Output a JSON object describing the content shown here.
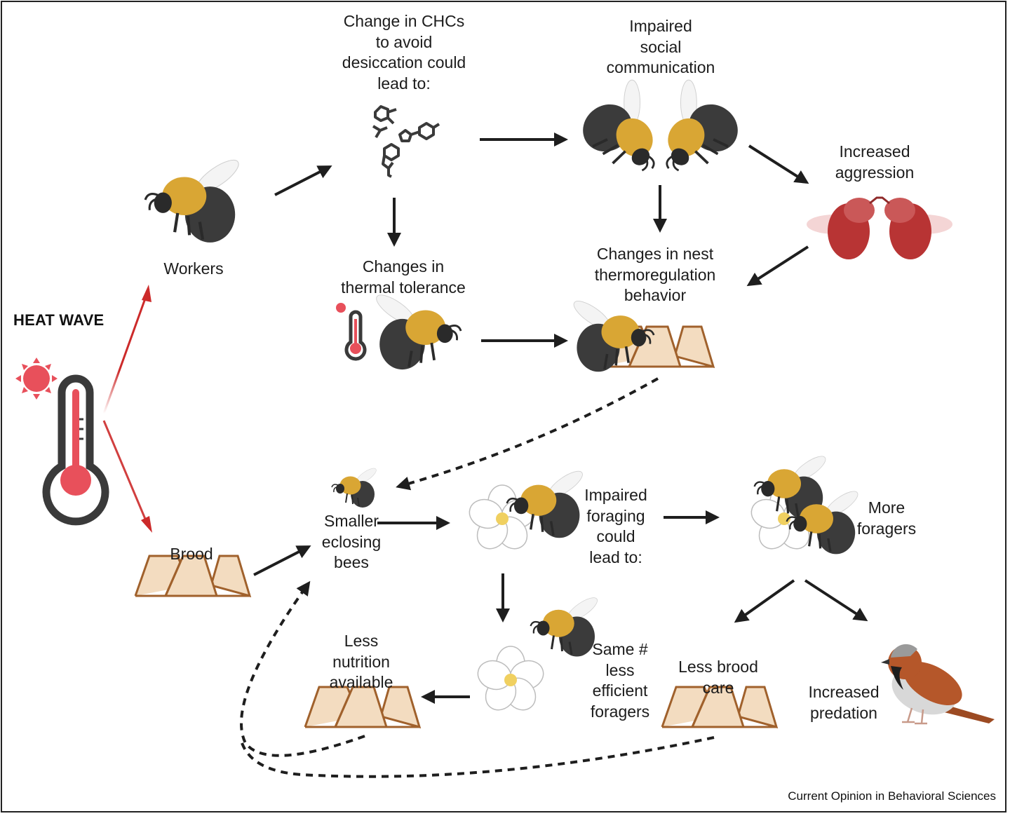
{
  "title_label": "HEAT WAVE",
  "credit": "Current Opinion in Behavioral Sciences",
  "nodes": {
    "workers": "Workers",
    "brood": "Brood",
    "chc": "Change in CHCs\nto avoid\ndesiccation could\nlead to:",
    "impaired_social": "Impaired\nsocial\ncommunication",
    "increased_aggression": "Increased\naggression",
    "thermal_tolerance": "Changes in\nthermal tolerance",
    "nest_thermoregulation": "Changes in nest\nthermoregulation\nbehavior",
    "smaller_bees": "Smaller\neclosing\nbees",
    "impaired_foraging": "Impaired\nforaging\ncould\nlead to:",
    "more_foragers": "More\nforagers",
    "less_nutrition": "Less\nnutrition\navailable",
    "same_number": "Same #\nless\nefficient\nforagers",
    "less_brood_care": "Less brood\ncare",
    "increased_predation": "Increased\npredation"
  },
  "colors": {
    "heat_red": "#e8505b",
    "arrow_red": "#cc2a2a",
    "arrow_dark": "#1e1e1e",
    "thermo_dark": "#3a3a3a",
    "comb_fill": "#f3dcc0",
    "comb_stroke": "#a0612c",
    "bee_yellow": "#d9a634",
    "bee_black": "#3b3b3b",
    "aggression_red": "#b52a2a",
    "flower_center": "#f0d060",
    "leaf_green": "#7cb86a",
    "sparrow_brown": "#b5572a"
  }
}
